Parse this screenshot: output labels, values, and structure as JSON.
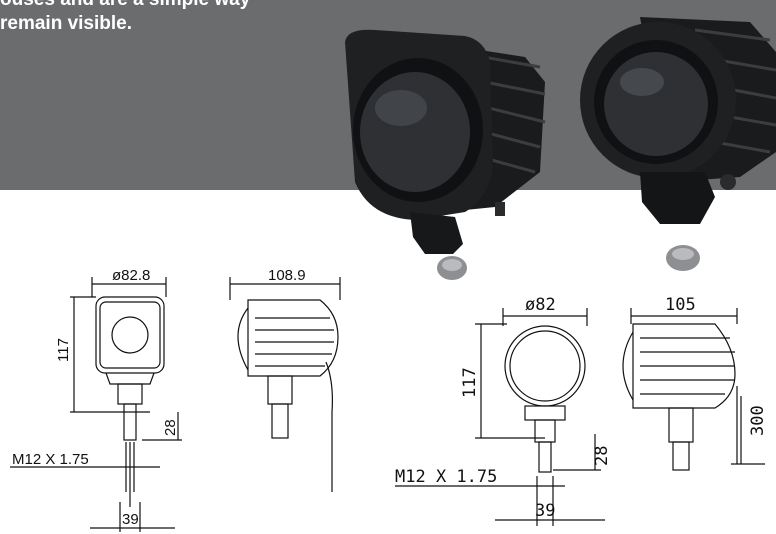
{
  "banner": {
    "tagline_line1": "ouses and are a simple way",
    "tagline_line2": "remain visible."
  },
  "drawing_square": {
    "diameter": "ø82.8",
    "length": "108.9",
    "height": "117",
    "bracket_height": "28",
    "thread": "M12 X 1.75",
    "bracket_width": "39"
  },
  "drawing_round": {
    "diameter": "ø82",
    "length": "105",
    "height": "117",
    "bracket_height": "28",
    "thread": "M12  X  1.75",
    "bracket_width": "39",
    "cable_length": "300"
  },
  "colors": {
    "banner": "#6b6c6e",
    "housing": "#1c1d1f",
    "lens": "#2a2c30"
  }
}
